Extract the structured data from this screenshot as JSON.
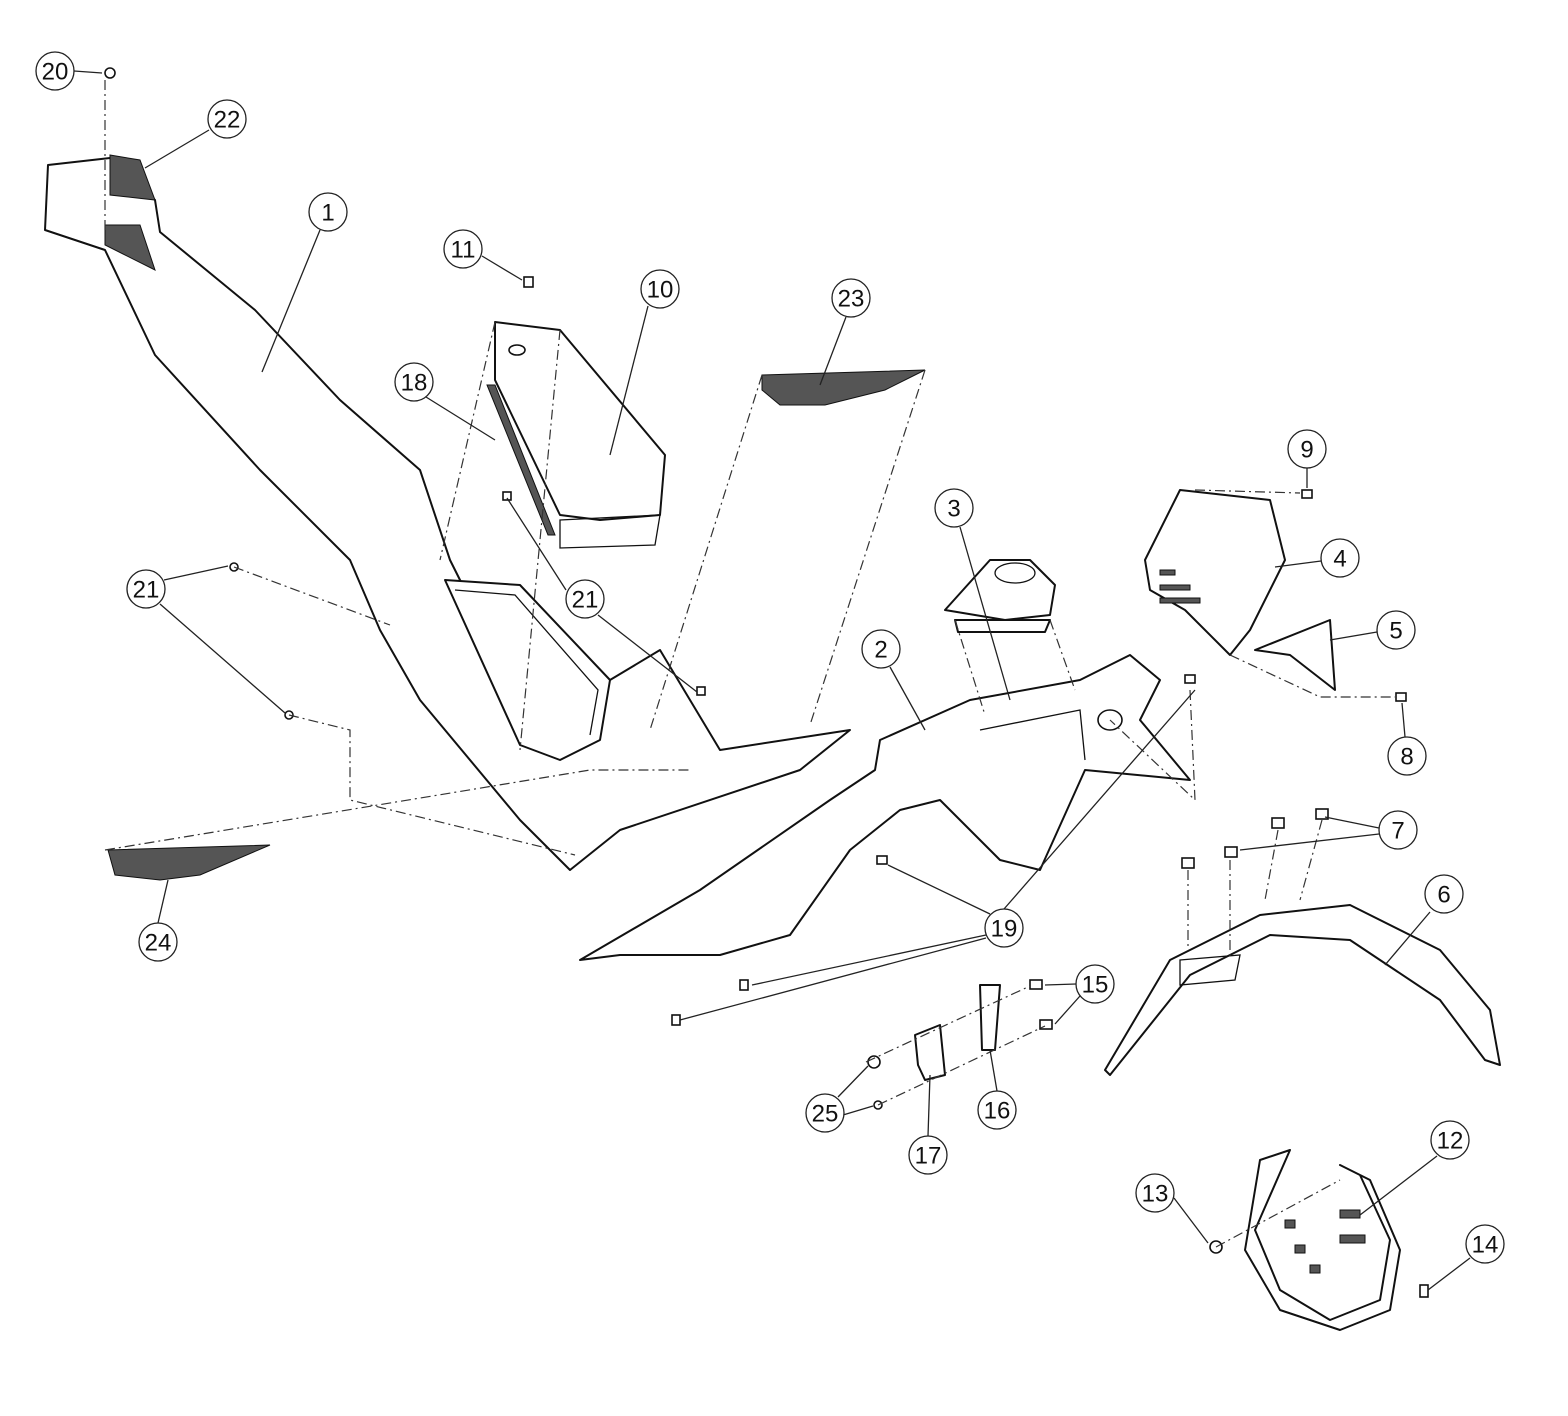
{
  "diagram": {
    "type": "exploded-parts-diagram",
    "callouts": [
      "20",
      "22",
      "1",
      "11",
      "10",
      "23",
      "18",
      "21",
      "21",
      "3",
      "9",
      "4",
      "5",
      "2",
      "8",
      "7",
      "6",
      "24",
      "19",
      "15",
      "16",
      "25",
      "17",
      "12",
      "13",
      "14"
    ]
  }
}
